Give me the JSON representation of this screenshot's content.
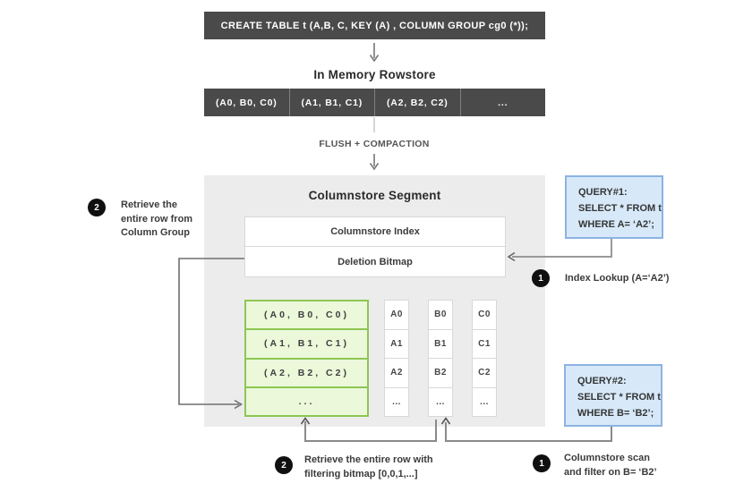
{
  "colors": {
    "dark_box": "#4a4a4a",
    "segment_bg": "#ececec",
    "green_border": "#8dc653",
    "green_fill": "#ebf8da",
    "blue_border": "#8cb3e2",
    "blue_fill": "#d7e9f9",
    "connector_gray": "#8a8a8a"
  },
  "create_table_sql": "CREATE TABLE  t (A,B, C, KEY (A) , COLUMN GROUP cg0 (*));",
  "rowstore": {
    "title": "In Memory Rowstore",
    "cells": [
      "(A0, B0, C0)",
      "(A1, B1, C1)",
      "(A2, B2, C2)",
      "..."
    ]
  },
  "flush_label": "FLUSH + COMPACTION",
  "segment": {
    "title": "Columnstore Segment",
    "index_label": "Columnstore Index",
    "bitmap_label": "Deletion Bitmap",
    "column_group_rows": [
      "(A0, B0, C0)",
      "(A1, B1, C1)",
      "(A2, B2, C2)",
      "..."
    ],
    "col_a": [
      "A0",
      "A1",
      "A2",
      "..."
    ],
    "col_b": [
      "B0",
      "B1",
      "B2",
      "..."
    ],
    "col_c": [
      "C0",
      "C1",
      "C2",
      "..."
    ]
  },
  "query1": {
    "line1": "QUERY#1:",
    "line2": "SELECT * FROM t",
    "line3": "WHERE A= ‘A2’;"
  },
  "query2": {
    "line1": "QUERY#2:",
    "line2": "SELECT * FROM t",
    "line3": "WHERE B= ‘B2’;"
  },
  "callouts": {
    "retrieve_cg": {
      "num": "2",
      "line1": "Retrieve the",
      "line2": "entire row from",
      "line3": "Column Group"
    },
    "index_lookup": {
      "num": "1",
      "text": "Index Lookup (A=‘A2’)"
    },
    "retrieve_bitmap": {
      "num": "2",
      "line1": "Retrieve the entire row with",
      "line2": "filtering bitmap [0,0,1,...]"
    },
    "columnstore_scan": {
      "num": "1",
      "line1": "Columnstore scan",
      "line2": "and filter on B= ‘B2’"
    }
  }
}
